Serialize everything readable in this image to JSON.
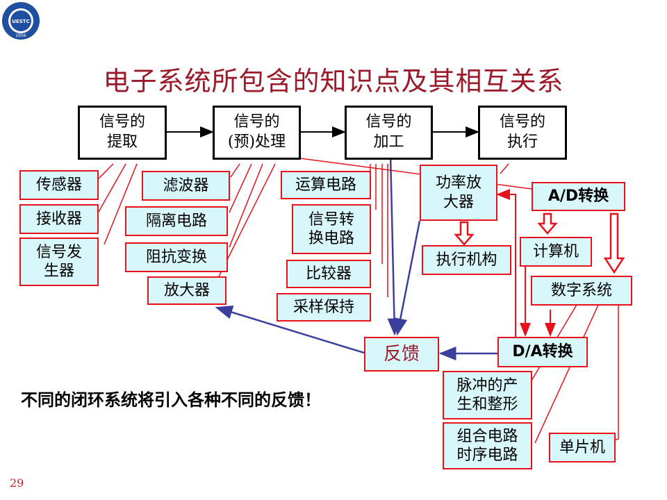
{
  "title": "电子系统所包含的知识点及其相互关系",
  "stages": [
    {
      "line1": "信号的",
      "line2": "提取"
    },
    {
      "line1": "信号的",
      "line2": "(预)处理"
    },
    {
      "line1": "信号的",
      "line2": "加工"
    },
    {
      "line1": "信号的",
      "line2": "执行"
    }
  ],
  "group1": [
    "传感器",
    "接收器",
    "信号发生器"
  ],
  "group2": [
    "滤波器",
    "隔离电路",
    "阻抗变换",
    "放大器"
  ],
  "group3": [
    "运算电路",
    "信号转换电路",
    "比较器",
    "采样保持"
  ],
  "power_amp": "功率放大器",
  "actuator": "执行机构",
  "ad": "A/D转换",
  "computer": "计算机",
  "digital_system": "数字系统",
  "da": "D/A转换",
  "feedback": "反馈",
  "pulse": "脉冲的产生和整形",
  "combo": "组合电路时序电路",
  "mcu": "单片机",
  "note": "不同的闭环系统将引入各种不同的反馈！",
  "page_number": "29",
  "logo_text": "UESTC 1956",
  "colors": {
    "title": "#9b1a2a",
    "box_border": "#e8101a",
    "box_fill": "#d8f7fb",
    "link_red": "#e8101a",
    "link_blue": "#3a3f9e"
  }
}
